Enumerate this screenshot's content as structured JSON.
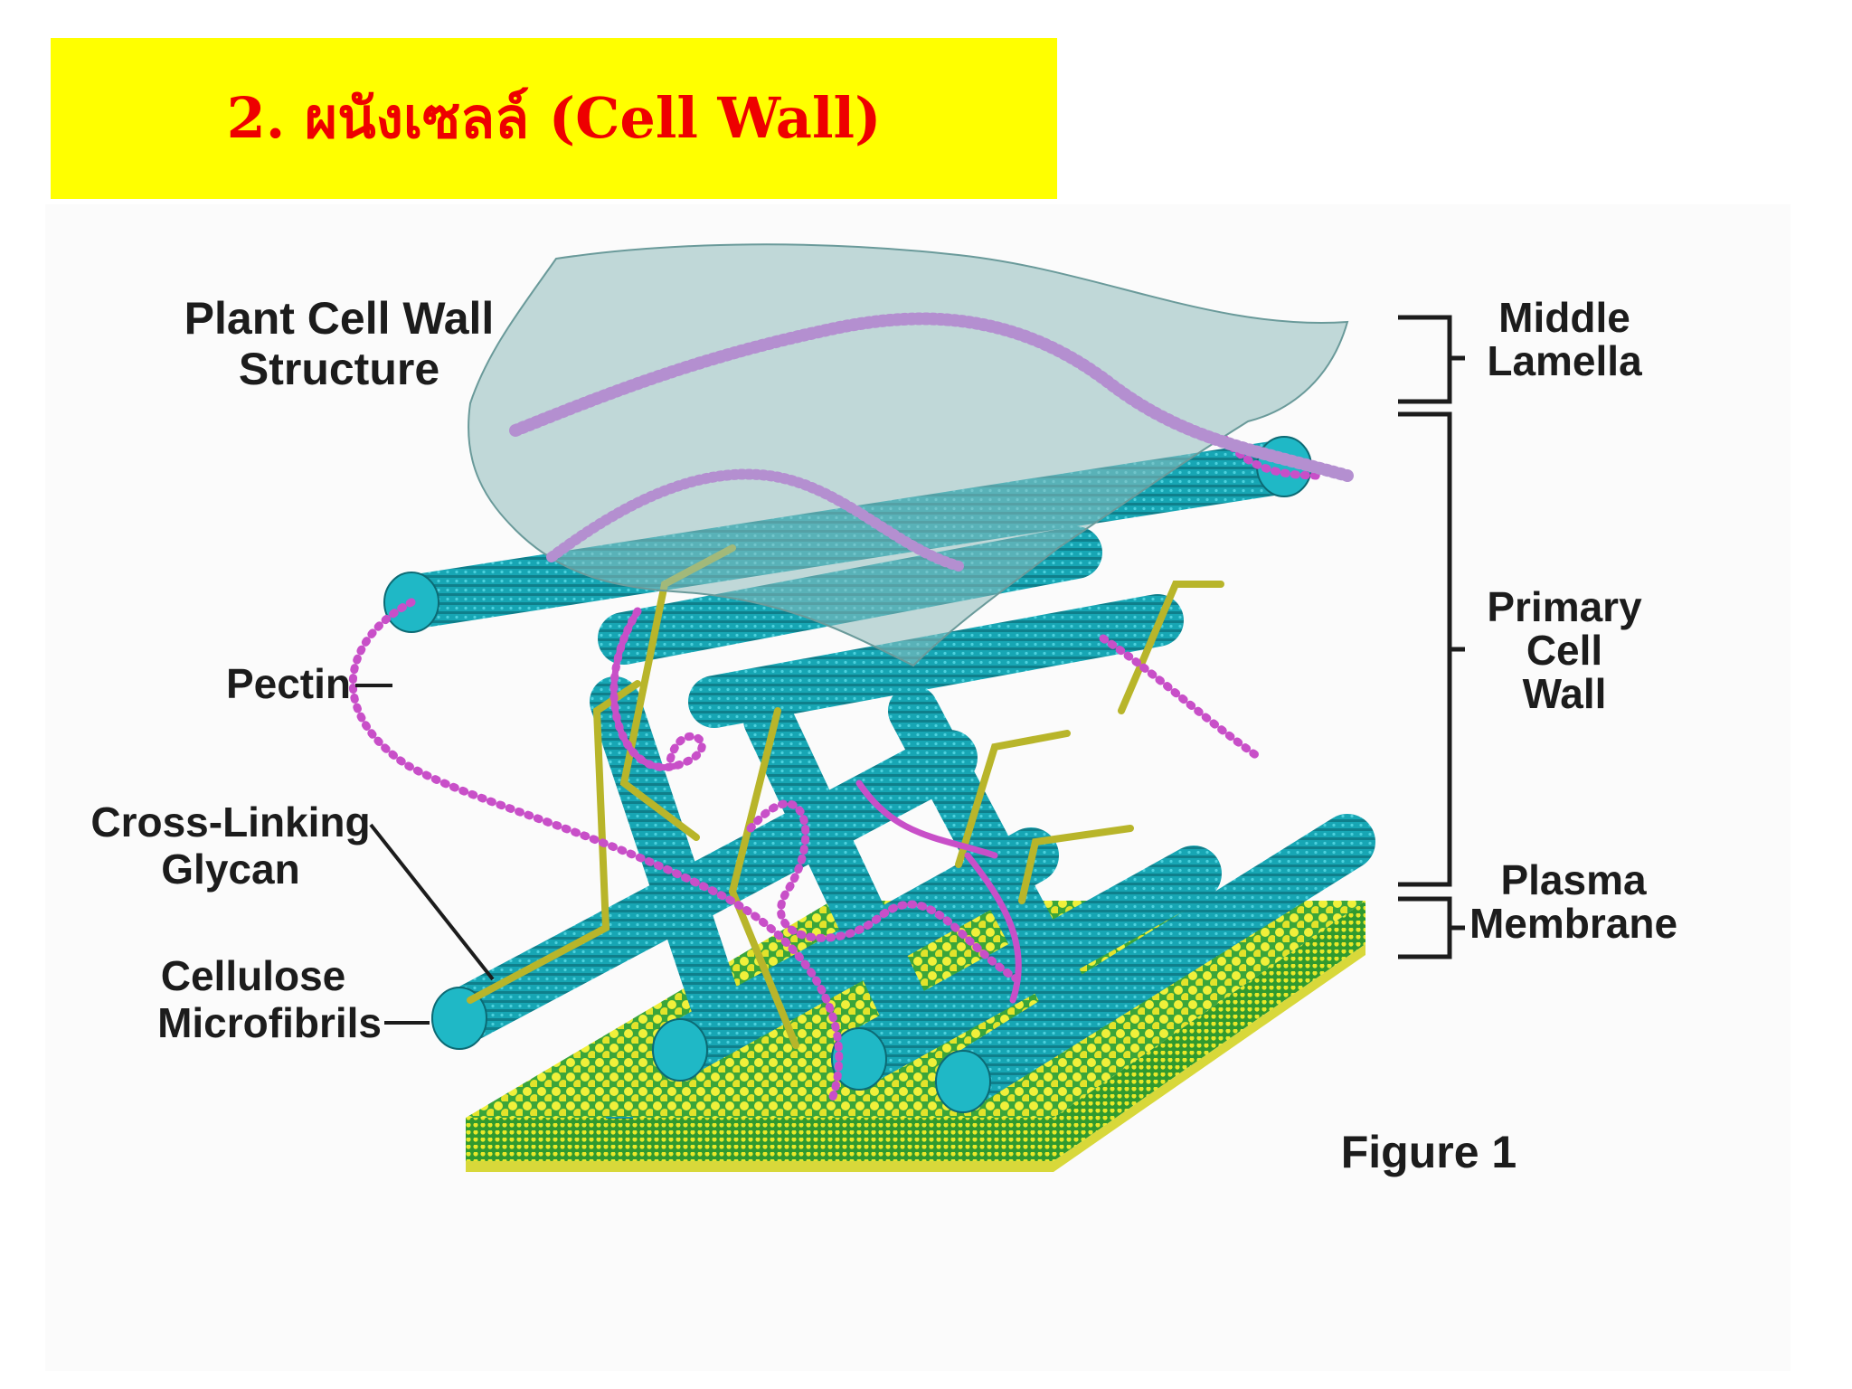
{
  "slide": {
    "title": "2. ผนังเซลล์ (Cell Wall)",
    "banner_color": "#ffff00",
    "title_color": "#ee0000"
  },
  "figure": {
    "heading_line1": "Plant Cell Wall",
    "heading_line2": "Structure",
    "caption": "Figure 1",
    "left_labels": {
      "pectin": "Pectin",
      "glycan_line1": "Cross-Linking",
      "glycan_line2": "Glycan",
      "cellulose_line1": "Cellulose",
      "cellulose_line2": "Microfibrils"
    },
    "right_labels": {
      "middle_lamella_line1": "Middle",
      "middle_lamella_line2": "Lamella",
      "primary_wall_line1": "Primary",
      "primary_wall_line2": "Cell",
      "primary_wall_line3": "Wall",
      "plasma_membrane_line1": "Plasma",
      "plasma_membrane_line2": "Membrane"
    },
    "colors": {
      "cellulose": "#17a6b4",
      "pectin": "#c84fc8",
      "glycan": "#b8b52a",
      "membrane_heads": "#e8e82a",
      "membrane_tails": "#2f9a2f",
      "middle_lamella": "#8fbcbc"
    }
  }
}
